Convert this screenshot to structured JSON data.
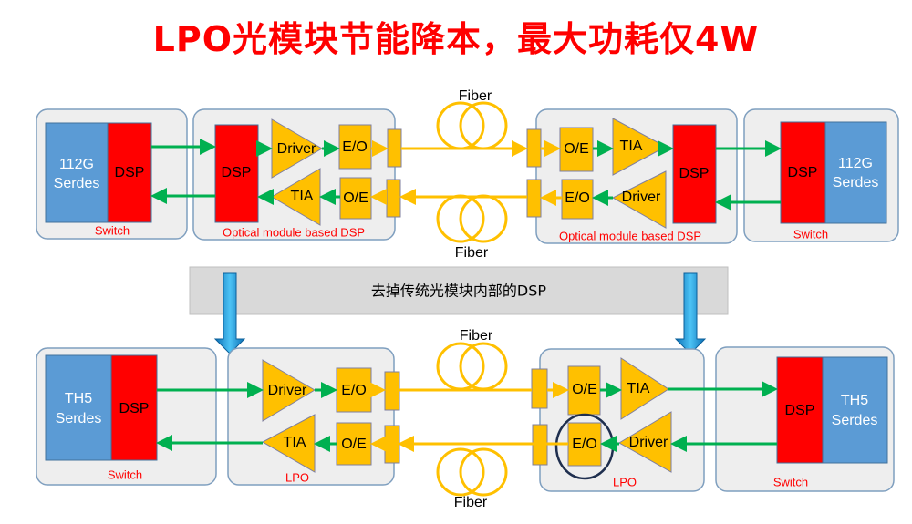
{
  "title": "LPO光模块节能降本，最大功耗仅4W",
  "banner": "去掉传统光模块内部的DSP",
  "fiber": "Fiber",
  "top": {
    "switch_left": {
      "serdes_line1": "112G",
      "serdes_line2": "Serdes",
      "dsp": "DSP",
      "label": "Switch"
    },
    "module_left": {
      "dsp": "DSP",
      "driver": "Driver",
      "eo": "E/O",
      "tia": "TIA",
      "oe": "O/E",
      "label": "Optical module based DSP"
    },
    "module_right": {
      "dsp": "DSP",
      "driver": "Driver",
      "eo": "E/O",
      "tia": "TIA",
      "oe": "O/E",
      "label": "Optical module based DSP"
    },
    "switch_right": {
      "serdes_line1": "112G",
      "serdes_line2": "Serdes",
      "dsp": "DSP",
      "label": "Switch"
    }
  },
  "bottom": {
    "switch_left": {
      "serdes_line1": "TH5",
      "serdes_line2": "Serdes",
      "dsp": "DSP",
      "label": "Switch"
    },
    "module_left": {
      "driver": "Driver",
      "eo": "E/O",
      "tia": "TIA",
      "oe": "O/E",
      "label": "LPO"
    },
    "module_right": {
      "driver": "Driver",
      "eo": "E/O",
      "tia": "TIA",
      "oe": "O/E",
      "label": "LPO"
    },
    "switch_right": {
      "serdes_line1": "TH5",
      "serdes_line2": "Serdes",
      "dsp": "DSP",
      "label": "Switch"
    }
  },
  "colors": {
    "title": "#ff0000",
    "serdes": "#5b9bd5",
    "dsp": "#ff0000",
    "optical": "#ffc000",
    "electrical_link": "#00b050",
    "arrow": "#1f9ad6"
  }
}
